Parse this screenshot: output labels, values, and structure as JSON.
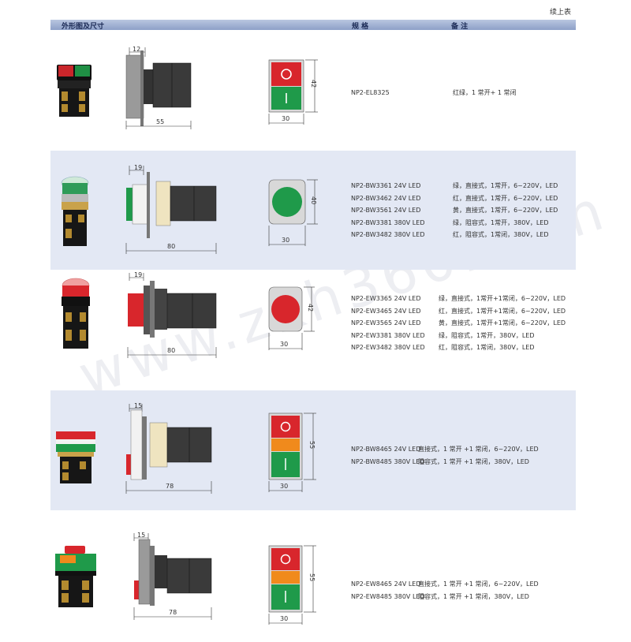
{
  "continued": "续上表",
  "header": {
    "col1": "外形图及尺寸",
    "col2": "规 格",
    "col3": "备 注"
  },
  "watermark": "www.zkh360.com",
  "rows": [
    {
      "dims": {
        "side_a": "12",
        "side_len": "55",
        "front_w": "30",
        "front_h": "42"
      },
      "specs": [
        "NP2-EL8325"
      ],
      "notes": [
        "红绿，1 常开+ 1 常闭"
      ]
    },
    {
      "dims": {
        "side_a": "19",
        "side_len": "80",
        "front_w": "30",
        "front_h": "40"
      },
      "specs": [
        "NP2-BW3361 24V LED",
        "NP2-BW3462 24V LED",
        "NP2-BW3561 24V LED",
        "NP2-BW3381 380V LED",
        "NP2-BW3482 380V LED"
      ],
      "notes": [
        "绿，直接式，1常开，6~220V，LED",
        "红，直接式，1常开，6~220V，LED",
        "黄，直接式，1常开，6~220V，LED",
        "绿，阻容式，1常开，380V，LED",
        "红，阻容式，1常闭，380V，LED"
      ]
    },
    {
      "dims": {
        "side_a": "19",
        "side_len": "80",
        "front_w": "30",
        "front_h": "42"
      },
      "specs": [
        "NP2-EW3365 24V LED",
        "NP2-EW3465 24V LED",
        "NP2-EW3565 24V LED",
        "NP2-EW3381 380V LED",
        "NP2-EW3482 380V LED"
      ],
      "notes": [
        "绿，直接式，1常开+1常闭，6~220V，LED",
        "红，直接式，1常开+1常闭，6~220V，LED",
        "黄，直接式，1常开+1常闭，6~220V，LED",
        "绿，阻容式，1常开，380V，LED",
        "红，阻容式，1常闭，380V，LED"
      ]
    },
    {
      "dims": {
        "side_a": "15",
        "side_len": "78",
        "front_w": "30",
        "front_h": "55"
      },
      "specs": [
        "NP2-BW8465 24V LED",
        "NP2-BW8485 380V LED"
      ],
      "notes": [
        "直接式，1 常开 +1 常闭，6~220V，LED",
        "阻容式，1 常开 +1 常闭，380V，LED"
      ]
    },
    {
      "dims": {
        "side_a": "15",
        "side_len": "78",
        "front_w": "30",
        "front_h": "55"
      },
      "specs": [
        "NP2-EW8465 24V LED",
        "NP2-EW8485 380V LED"
      ],
      "notes": [
        "直接式，1 常开 +1 常闭，6~220V，LED",
        "阻容式，1 常开 +1 常闭，380V，LED"
      ]
    }
  ],
  "colors": {
    "red": "#d8262c",
    "green": "#1f9a4a",
    "orange": "#f08a1c",
    "yellow": "#f3c42a",
    "header": "#9aaad0",
    "shade": "#e3e8f4"
  }
}
